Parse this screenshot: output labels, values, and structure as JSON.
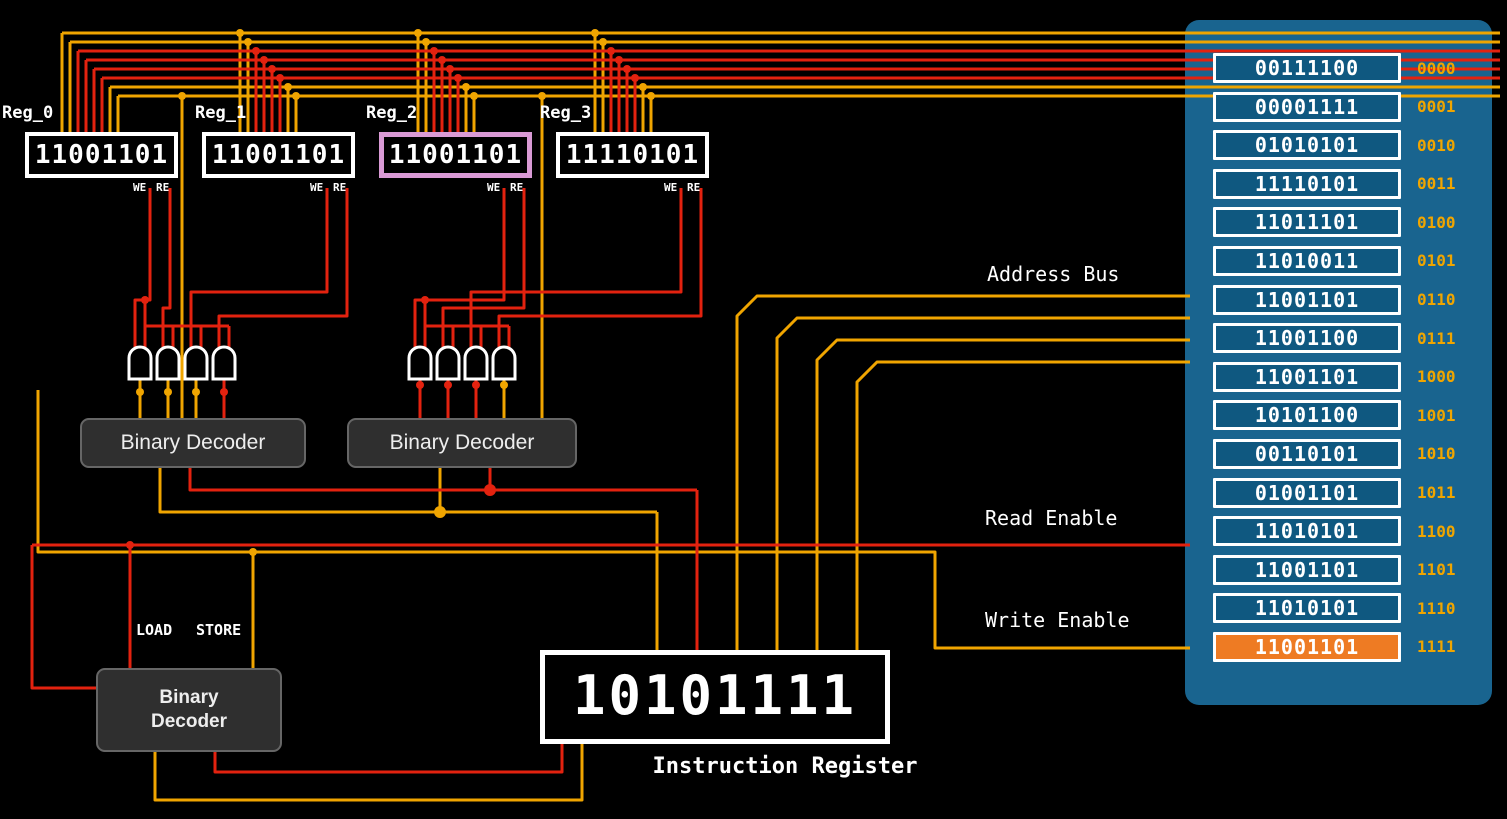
{
  "colors": {
    "background": "#000000",
    "wire_red": "#e3220f",
    "wire_orange": "#f0a500",
    "panel_blue": "#19648f",
    "cell_blue": "#0f5880",
    "highlight_orange": "#ee7b23",
    "register_border": "#ffffff",
    "register_highlight": "#d99ad5",
    "decoder_bg": "#2f2f2f",
    "decoder_border": "#666666",
    "address_orange": "#f0a500"
  },
  "registers": [
    {
      "label": "Reg_0",
      "value": "11001101",
      "we": "WE",
      "re": "RE",
      "highlighted": false
    },
    {
      "label": "Reg_1",
      "value": "11001101",
      "we": "WE",
      "re": "RE",
      "highlighted": false
    },
    {
      "label": "Reg_2",
      "value": "11001101",
      "we": "WE",
      "re": "RE",
      "highlighted": true
    },
    {
      "label": "Reg_3",
      "value": "11110101",
      "we": "WE",
      "re": "RE",
      "highlighted": false
    }
  ],
  "decoders": {
    "top_left": "Binary Decoder",
    "top_right": "Binary Decoder",
    "bottom_line1": "Binary",
    "bottom_line2": "Decoder"
  },
  "control": {
    "load": "LOAD",
    "store": "STORE"
  },
  "buses": {
    "address": "Address Bus",
    "read": "Read Enable",
    "write": "Write Enable"
  },
  "instruction_register": {
    "value": "10101111",
    "caption": "Instruction Register"
  },
  "memory": {
    "rows": [
      {
        "value": "00111100",
        "address": "0000",
        "highlighted": false
      },
      {
        "value": "00001111",
        "address": "0001",
        "highlighted": false
      },
      {
        "value": "01010101",
        "address": "0010",
        "highlighted": false
      },
      {
        "value": "11110101",
        "address": "0011",
        "highlighted": false
      },
      {
        "value": "11011101",
        "address": "0100",
        "highlighted": false
      },
      {
        "value": "11010011",
        "address": "0101",
        "highlighted": false
      },
      {
        "value": "11001101",
        "address": "0110",
        "highlighted": false
      },
      {
        "value": "11001100",
        "address": "0111",
        "highlighted": false
      },
      {
        "value": "11001101",
        "address": "1000",
        "highlighted": false
      },
      {
        "value": "10101100",
        "address": "1001",
        "highlighted": false
      },
      {
        "value": "00110101",
        "address": "1010",
        "highlighted": false
      },
      {
        "value": "01001101",
        "address": "1011",
        "highlighted": false
      },
      {
        "value": "11010101",
        "address": "1100",
        "highlighted": false
      },
      {
        "value": "11001101",
        "address": "1101",
        "highlighted": false
      },
      {
        "value": "11010101",
        "address": "1110",
        "highlighted": false
      },
      {
        "value": "11001101",
        "address": "1111",
        "highlighted": true
      }
    ]
  }
}
